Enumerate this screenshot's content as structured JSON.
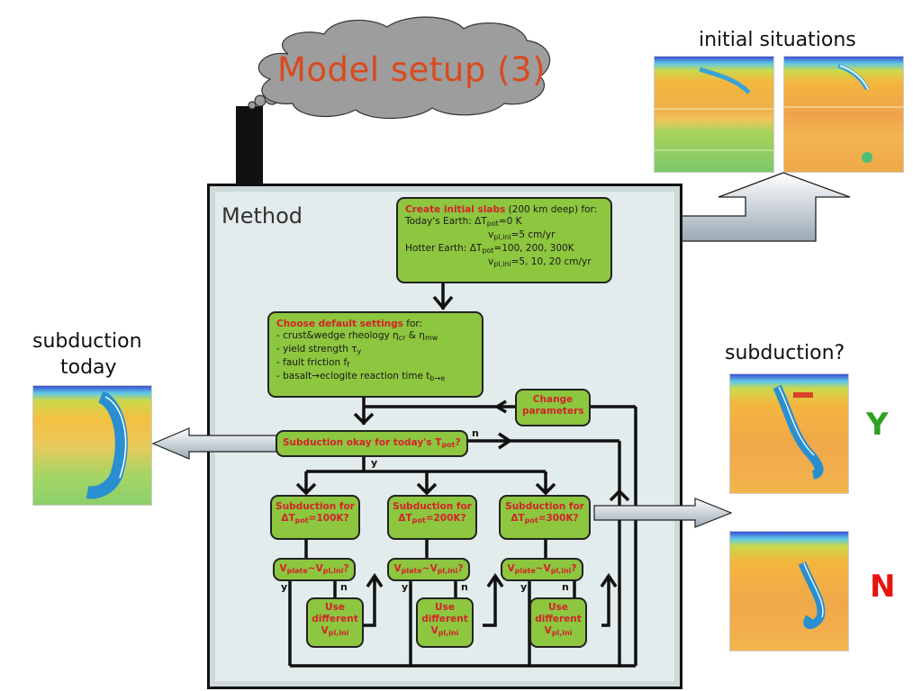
{
  "title": "Model setup (3)",
  "labels": {
    "initial_situations": "initial situations",
    "subduction_today_1": "subduction",
    "subduction_today_2": "today",
    "subduction_q": "subduction?",
    "yes": "Y",
    "no": "N"
  },
  "panel": {
    "heading": "Method",
    "create_title": "Create initial slabs",
    "create_rest": " (200 km deep) for:",
    "todays_earth": "Today's Earth: ΔT",
    "todays_earth_sub": "pot",
    "todays_earth_val": "=0 K",
    "todays_vpl": "v",
    "todays_vpl_sub": "pl,ini",
    "todays_vpl_val": "=5 cm/yr",
    "hotter_earth": "Hotter Earth: ΔT",
    "hotter_earth_sub": "pot",
    "hotter_earth_val": "=100, 200, 300K",
    "hotter_vpl": "v",
    "hotter_vpl_sub": "pl,ini",
    "hotter_vpl_val": "=5, 10, 20 cm/yr",
    "defaults_title": "Choose default settings",
    "defaults_rest": " for:",
    "defaults_items": [
      "- crust&wedge rheology η",
      "- yield strength τ",
      "- fault friction f",
      "- basalt→eclogite reaction time t"
    ],
    "defaults_subs": [
      "cr",
      "y",
      "f",
      "b→e"
    ],
    "defaults_extra": " & η",
    "defaults_extra_sub": "mw",
    "change_params": "Change parameters",
    "okay_check": "Subduction okay for today's T",
    "okay_check_sub": "pot",
    "okay_check_end": "?",
    "n": "n",
    "y": "y",
    "columns": [
      {
        "sub_title": "Subduction for",
        "dt": "ΔT",
        "dt_sub": "pot",
        "dt_val": "=100K?"
      },
      {
        "sub_title": "Subduction for",
        "dt": "ΔT",
        "dt_sub": "pot",
        "dt_val": "=200K?"
      },
      {
        "sub_title": "Subduction for",
        "dt": "ΔT",
        "dt_sub": "pot",
        "dt_val": "=300K?"
      }
    ],
    "vplate": "V",
    "vplate_sub": "plate",
    "vplate_mid": "~V",
    "vplate_sub2": "pl,ini",
    "vplate_end": "?",
    "use_diff_1": "Use",
    "use_diff_2": "different",
    "use_diff_3": "V",
    "use_diff_sub": "pl,ini"
  },
  "colors": {
    "title": "#d94a1f",
    "box_fill": "#8dc63f",
    "box_accent": "#d2232a",
    "yes": "#2ea11f",
    "no": "#e8140e",
    "panel_bg": "#e3ecec",
    "cloud": "#9d9d9d"
  }
}
